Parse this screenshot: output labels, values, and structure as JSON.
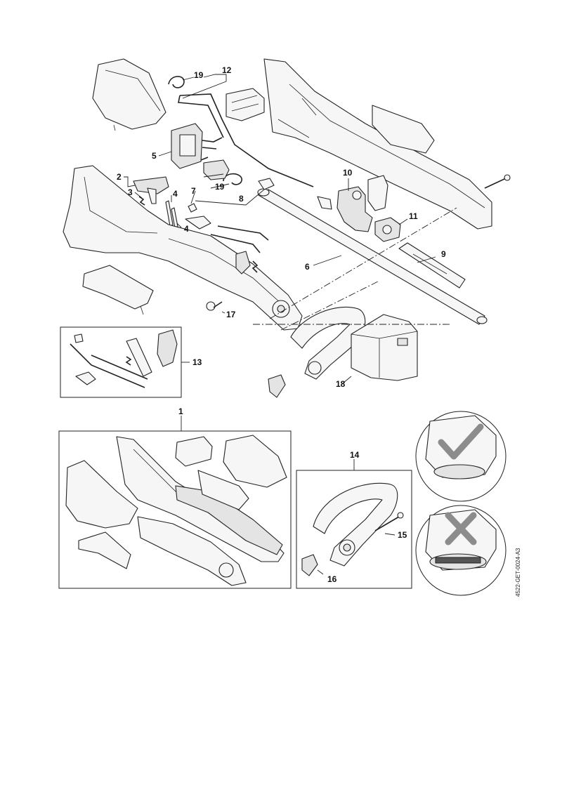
{
  "callouts": {
    "c1": "1",
    "c2": "2",
    "c3": "3",
    "c4a": "4",
    "c4b": "4",
    "c5": "5",
    "c6": "6",
    "c7": "7",
    "c8": "8",
    "c9": "9",
    "c10": "10",
    "c11": "11",
    "c12": "12",
    "c13": "13",
    "c14": "14",
    "c15": "15",
    "c16": "16",
    "c17": "17",
    "c18": "18",
    "c19a": "19",
    "c19b": "19"
  },
  "side_reference": "4522-GET-0024-A3",
  "icons": {
    "correct": "check-mark-icon",
    "incorrect": "cross-mark-icon"
  },
  "colors": {
    "line": "#222222",
    "fill": "#f6f6f6",
    "shade": "#e4e4e4",
    "mark_gray": "#8c8c8c"
  }
}
